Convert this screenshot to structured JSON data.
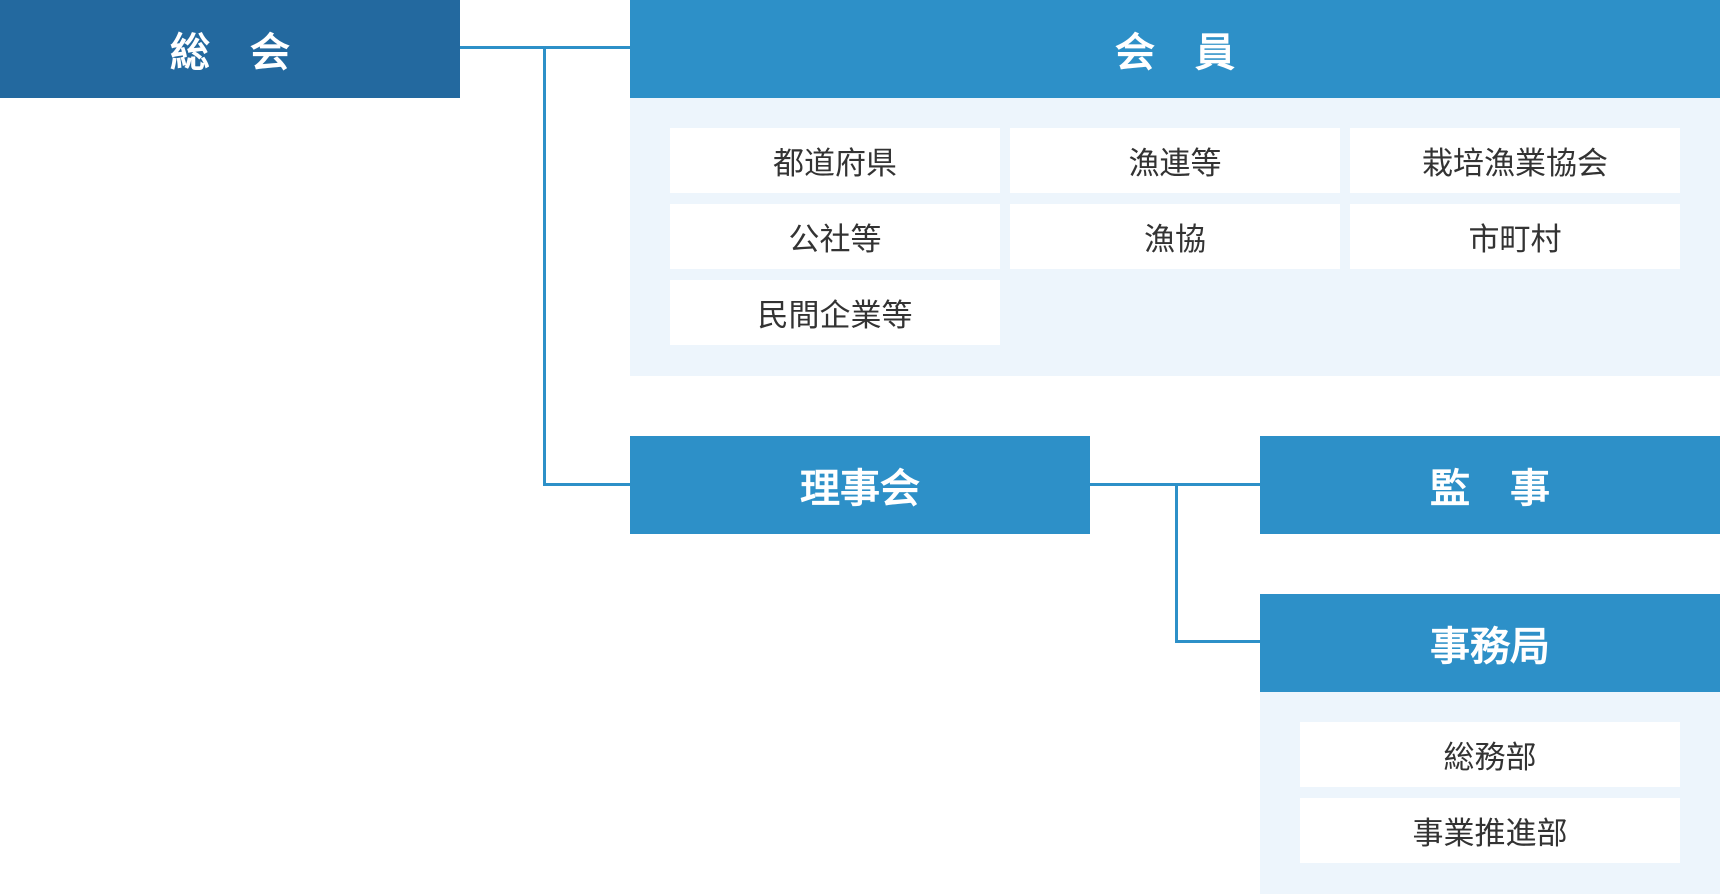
{
  "nodes": {
    "general_assembly": "総　会",
    "members": "会　員",
    "board": "理事会",
    "auditor": "監　事",
    "secretariat": "事務局"
  },
  "members": {
    "items": [
      "都道府県",
      "漁連等",
      "栽培漁業協会",
      "公社等",
      "漁協",
      "市町村",
      "民間企業等"
    ]
  },
  "secretariat": {
    "items": [
      "総務部",
      "事業推進部"
    ]
  },
  "colors": {
    "dark_header": "#23699f",
    "header": "#2d90c8",
    "panel": "#edf5fc",
    "connector": "#2d90c8"
  }
}
